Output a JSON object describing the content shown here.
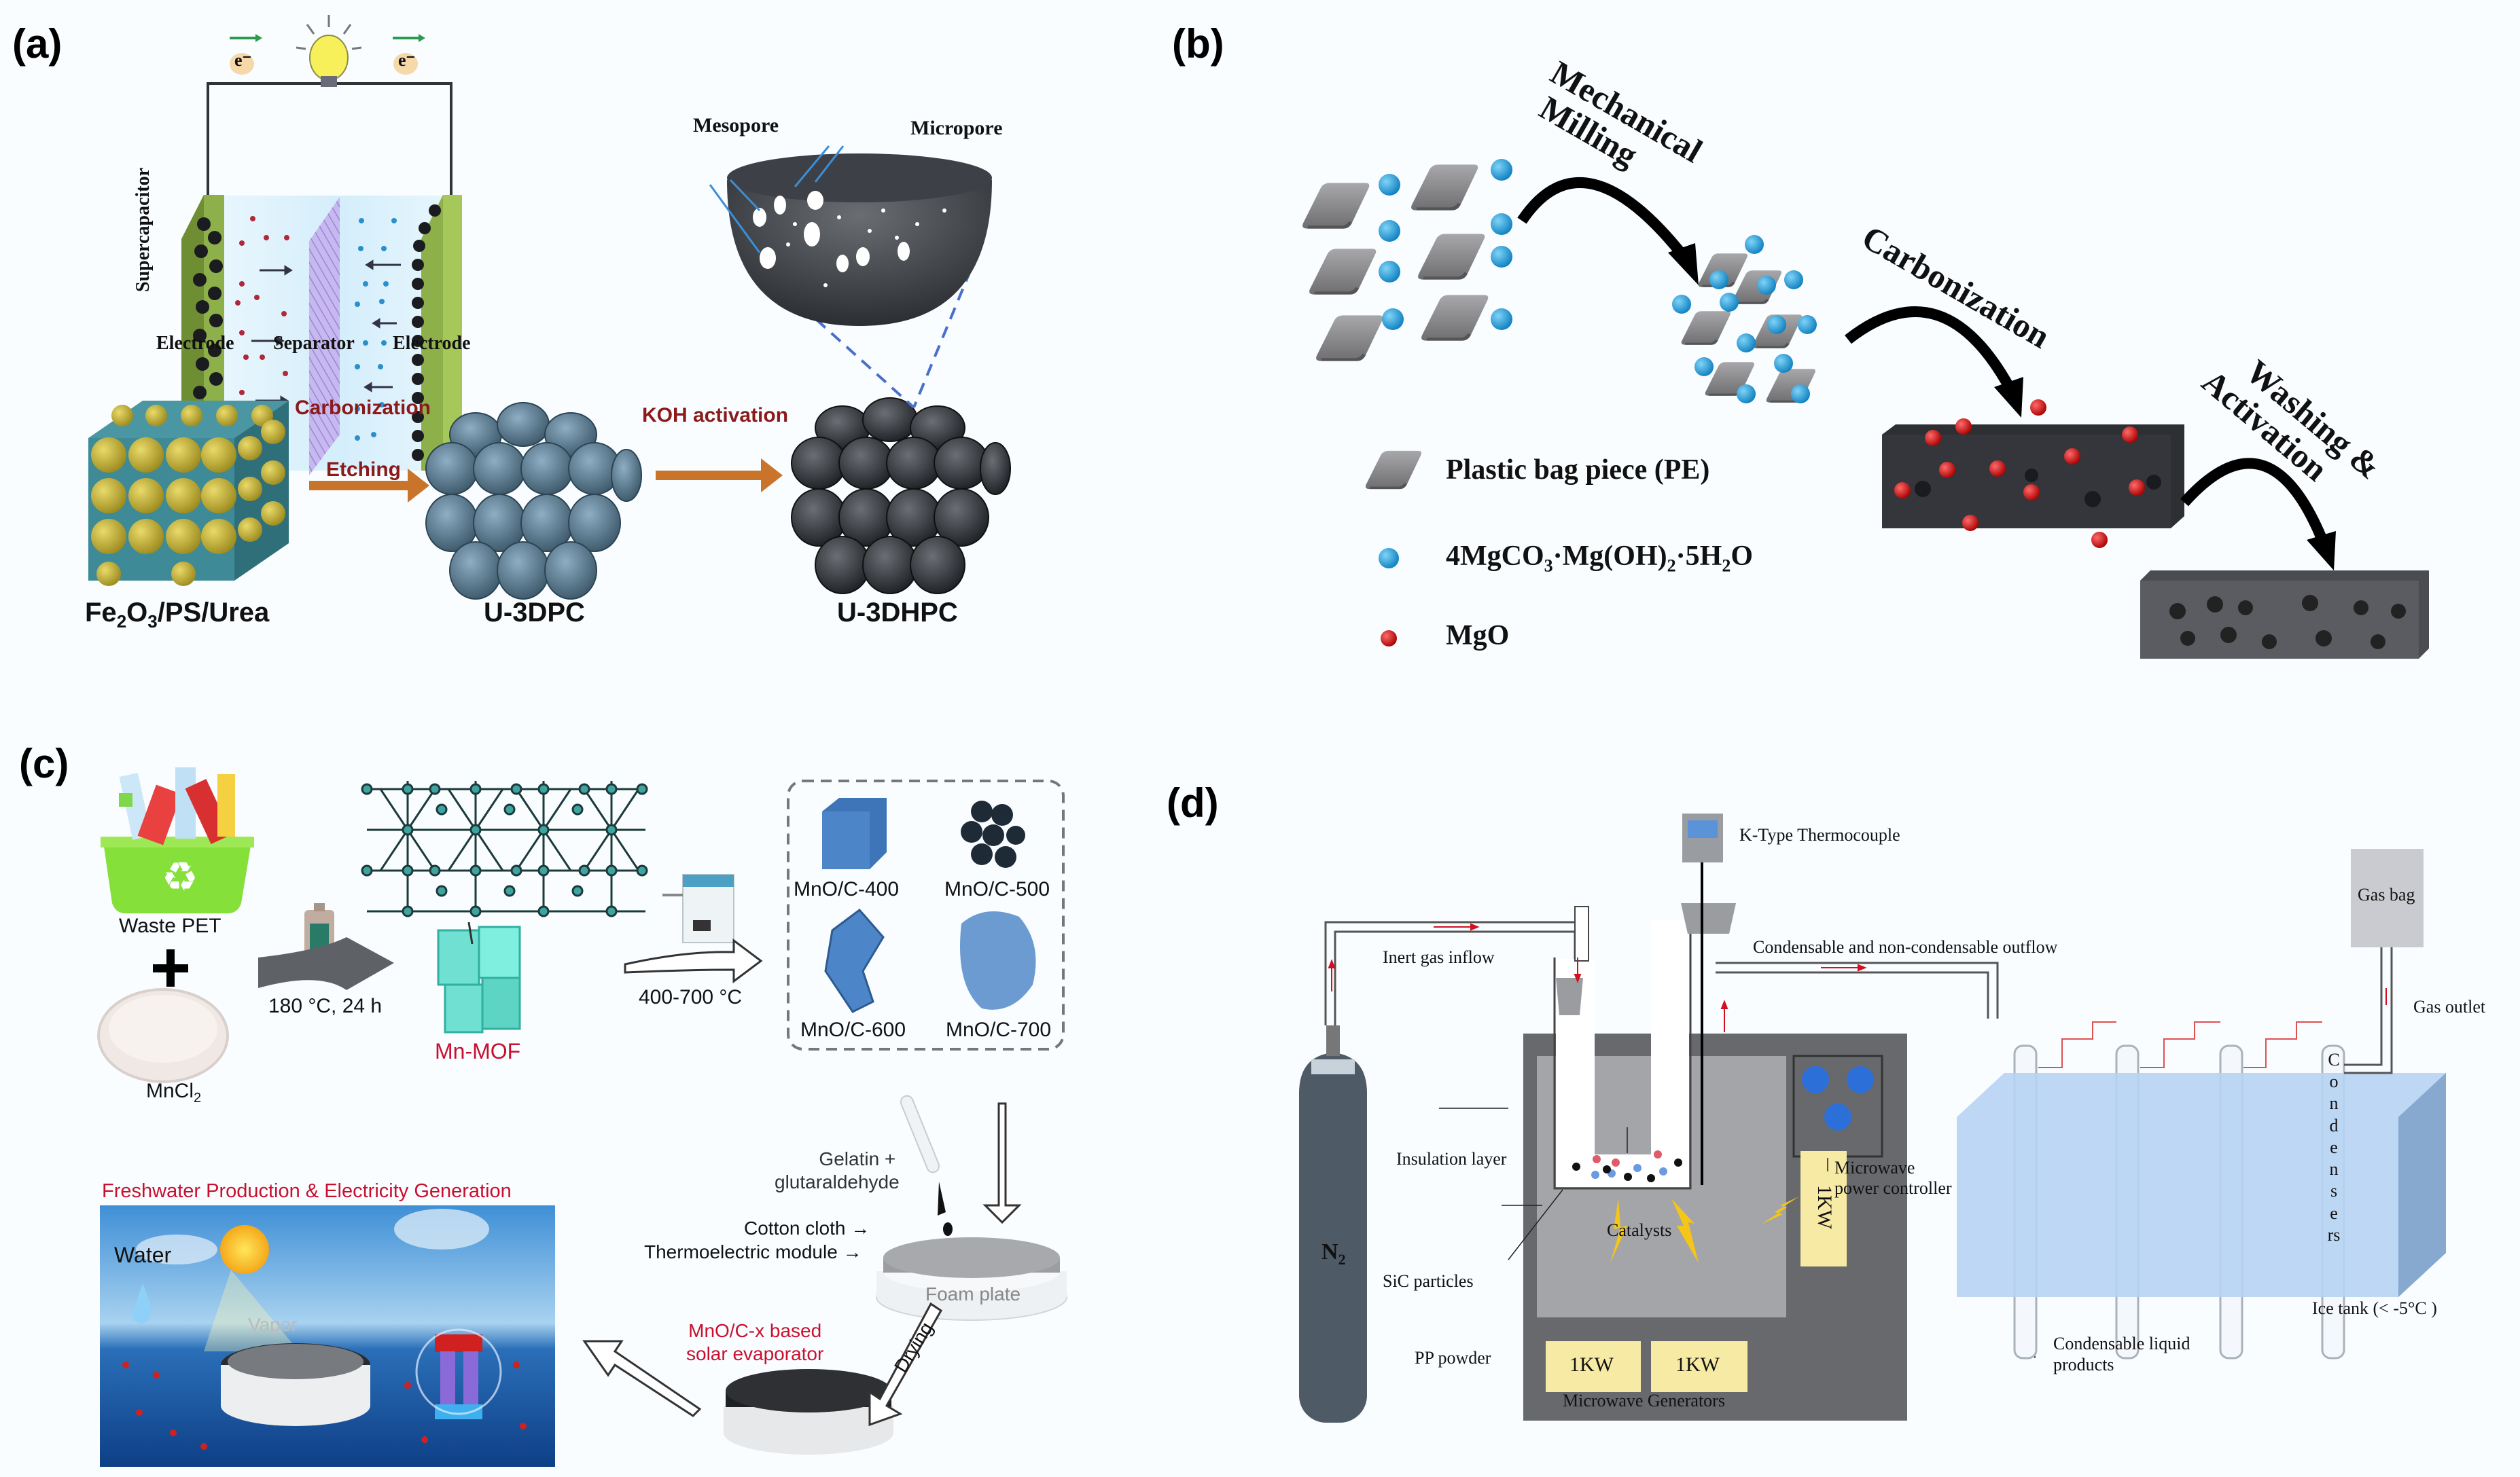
{
  "panels": {
    "a": {
      "label": "(a)",
      "supercapacitor": {
        "title": "Supercapacitor",
        "electron_left": "e⁻",
        "electron_right": "e⁻",
        "electrode_left": "Electrode",
        "separator": "Separator",
        "electrode_right": "Electrode"
      },
      "bowl": {
        "mesopore": "Mesopore",
        "micropore": "Micropore"
      },
      "step1_top": "Carbonization",
      "step1_bottom": "Etching",
      "step2": "KOH activation",
      "material1": {
        "main": "Fe",
        "sub1": "2",
        "mid": "O",
        "sub2": "3",
        "rest": "/PS/Urea"
      },
      "material2": "U-3DPC",
      "material3": "U-3DHPC",
      "colors": {
        "arrow": "#c8742a",
        "step_text": "#8b1a1a",
        "electrode": "#8db04a",
        "template_ball": "#c8b43a",
        "template_matrix": "#3e8a96"
      }
    },
    "b": {
      "label": "(b)",
      "step1_line1": "Mechanical",
      "step1_line2": "Milling",
      "step2": "Carbonization",
      "step3_line1": "Washing &",
      "step3_line2": "Activation",
      "legend": [
        {
          "key": "pe",
          "text": "Plastic bag piece (PE)"
        },
        {
          "key": "mgco3",
          "text_parts": [
            "4MgCO",
            "3",
            "·Mg(OH)",
            "2",
            "·5H",
            "2",
            "O"
          ]
        },
        {
          "key": "mgo",
          "text": "MgO"
        }
      ],
      "colors": {
        "pe": "#8a8a8c",
        "mgco3": "#1e9fd8",
        "mgo": "#d81010",
        "carbon": "#2d2f33"
      }
    },
    "c": {
      "label": "(c)",
      "waste_pet": "Waste PET",
      "plus": "+",
      "mncl2_main": "MnCl",
      "mncl2_sub": "2",
      "hydrothermal": "180 °C, 24 h",
      "mof": "Mn-MOF",
      "pyrolysis": "400-700 °C",
      "products": [
        "MnO/C-400",
        "MnO/C-500",
        "MnO/C-600",
        "MnO/C-700"
      ],
      "gelatin_line1": "Gelatin +",
      "gelatin_line2": "glutaraldehyde",
      "cotton": "Cotton cloth",
      "thermo": "Thermoelectric module",
      "foam": "Foam plate",
      "evap_line1": "MnO/C-x based",
      "evap_line2": "solar evaporator",
      "drying": "Drying",
      "app_title": "Freshwater Production & Electricity Generation",
      "water": "Water",
      "vapor": "Vapor",
      "colors": {
        "red_text": "#c8102e",
        "mof": "#6fe0d2",
        "bin": "#86e03a"
      }
    },
    "d": {
      "label": "(d)",
      "thermocouple": "K-Type Thermocouple",
      "inert_gas": "Inert gas inflow",
      "outflow": "Condensable and non-condensable outflow",
      "gas_bag": "Gas bag",
      "gas_outlet": "Gas outlet",
      "cylinder": {
        "main": "N",
        "sub": "2"
      },
      "insulation": "Insulation layer",
      "catalysts": "Catalysts",
      "sic": "SiC particles",
      "pp": "PP powder",
      "power_controller_line1": "Microwave",
      "power_controller_line2": "power controller",
      "generator_labels": [
        "1KW",
        "1KW",
        "1KW"
      ],
      "generators": "Microwave Generators",
      "condensers": "Condensers",
      "ice_tank": "Ice tank (< -5°C )",
      "liquid_line1": "Condensable liquid",
      "liquid_line2": "products",
      "colors": {
        "cabinet": "#67696d",
        "inner": "#a3a5a9",
        "cylinder": "#4e5b66",
        "generator": "#f7eaa4",
        "tank": "#b6d3f3",
        "knob": "#2d6fd8"
      }
    }
  }
}
